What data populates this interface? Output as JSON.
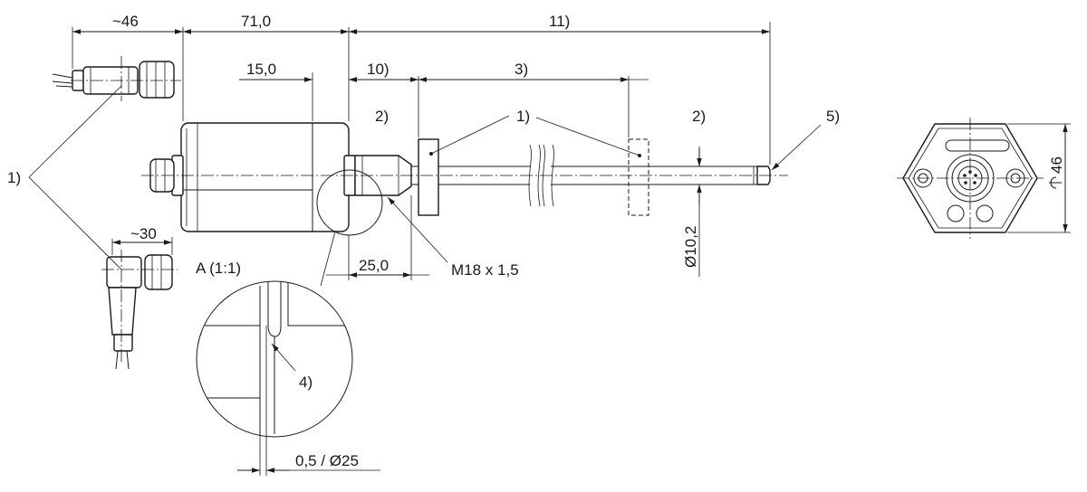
{
  "dimensions": {
    "cable_left": "~46",
    "housing_length": "71,0",
    "overall": "11)",
    "flange": "15,0",
    "dead_zone": "10)",
    "measuring_range": "3)",
    "thread_length": "25,0",
    "thread": "M18 x 1,5",
    "rod_diameter": "Ø10,2",
    "angled_connector": "~30",
    "width_across_flats": "46",
    "detail_gap": "0,5 / Ø25"
  },
  "callouts": {
    "connectors": "1)",
    "magnet": "1)",
    "zone_a": "2)",
    "zone_b": "2)",
    "groove": "4)",
    "rod_end": "5)"
  },
  "detail": {
    "title": "A (1:1)"
  }
}
